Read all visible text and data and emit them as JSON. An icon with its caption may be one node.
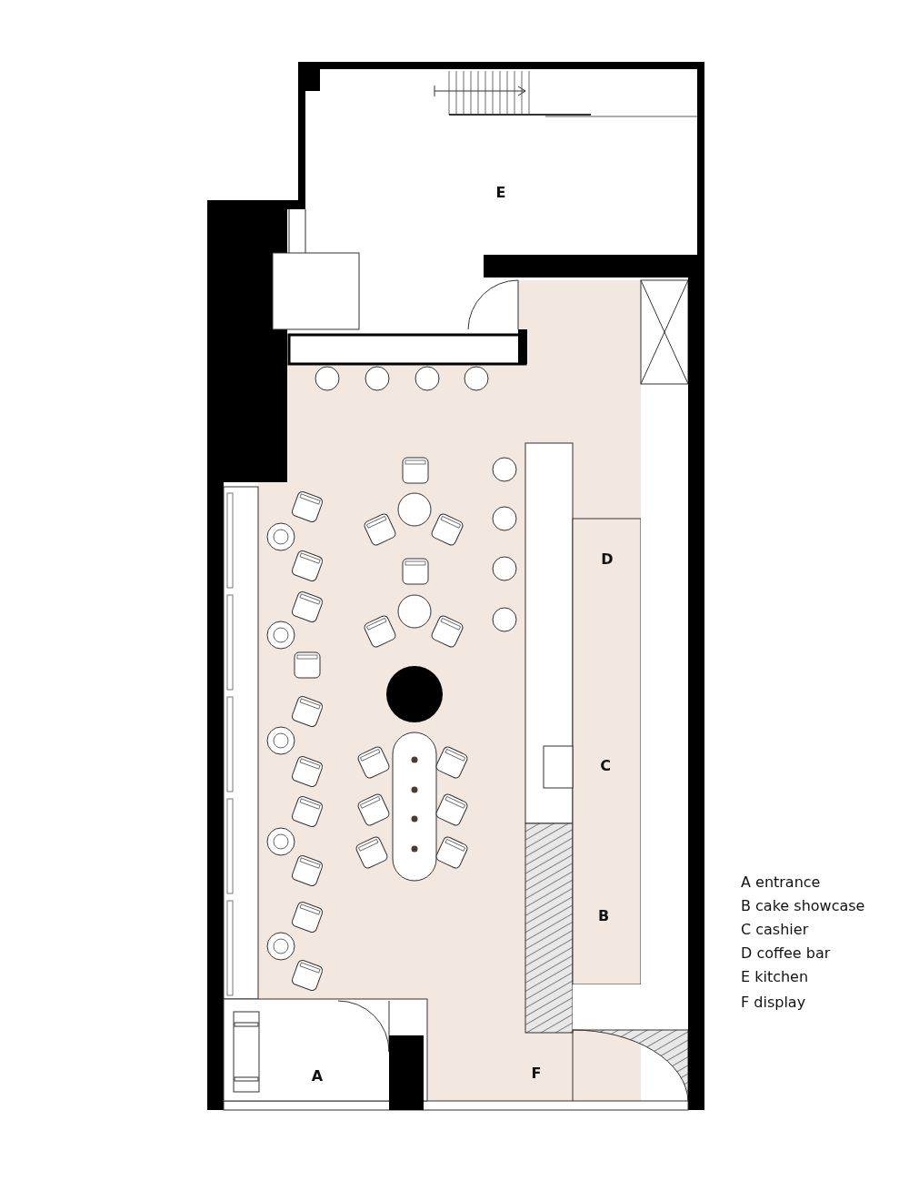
{
  "diagram": {
    "labels": [
      "E",
      "D",
      "C",
      "B",
      "A entrance",
      "B cake showcase",
      "C cashier",
      "D coffee bar",
      "E kitchen",
      "F display",
      "A",
      "F"
    ]
  }
}
